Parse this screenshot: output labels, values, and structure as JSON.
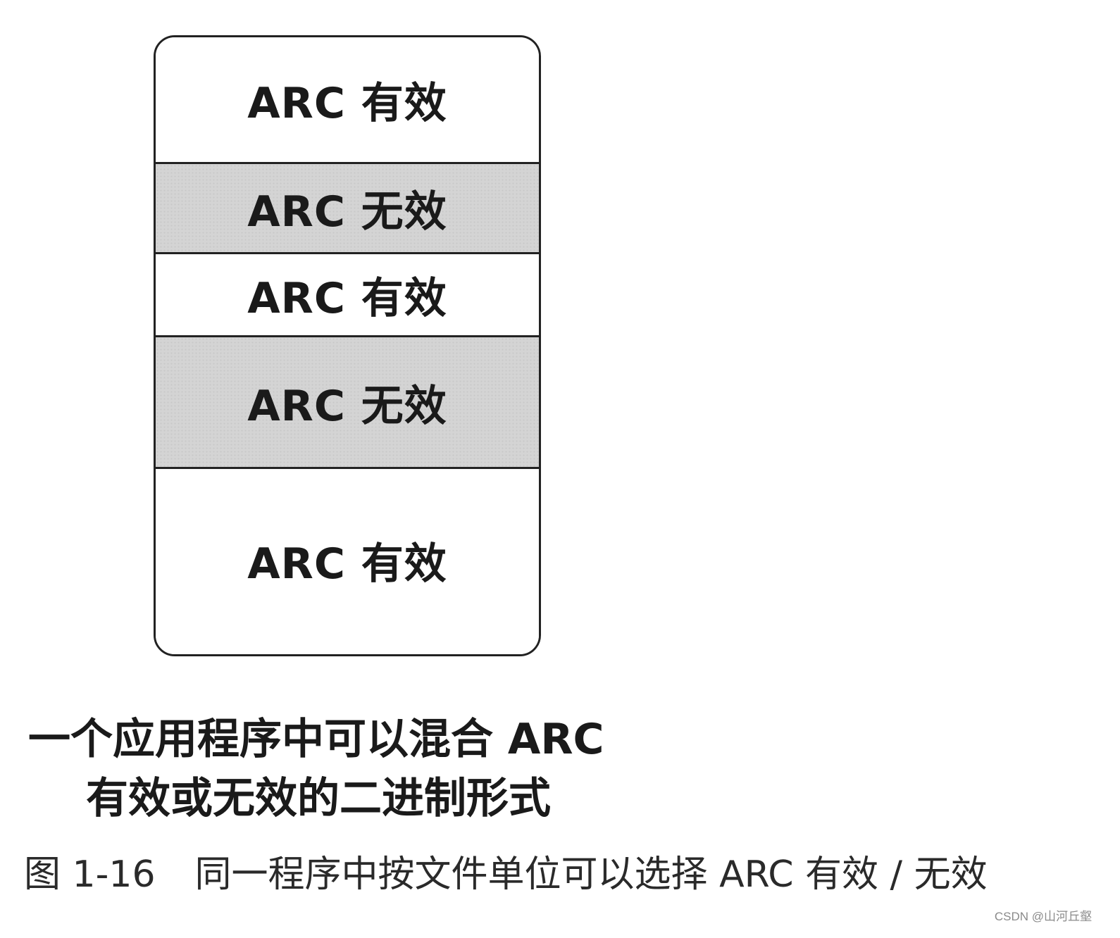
{
  "diagram": {
    "segments": [
      {
        "label": "ARC 有效",
        "state": "enabled"
      },
      {
        "label": "ARC 无效",
        "state": "disabled"
      },
      {
        "label": "ARC 有效",
        "state": "enabled"
      },
      {
        "label": "ARC 无效",
        "state": "disabled"
      },
      {
        "label": "ARC 有效",
        "state": "enabled"
      }
    ],
    "colors": {
      "enabled_fill": "#ffffff",
      "disabled_fill": "#d4d4d4",
      "border": "#222222"
    }
  },
  "note": {
    "line1": "一个应用程序中可以混合 ARC",
    "line2": "有效或无效的二进制形式"
  },
  "caption": {
    "figure_number": "图 1-16",
    "text": "同一程序中按文件单位可以选择 ARC 有效 / 无效"
  },
  "watermark": "CSDN @山河丘壑"
}
